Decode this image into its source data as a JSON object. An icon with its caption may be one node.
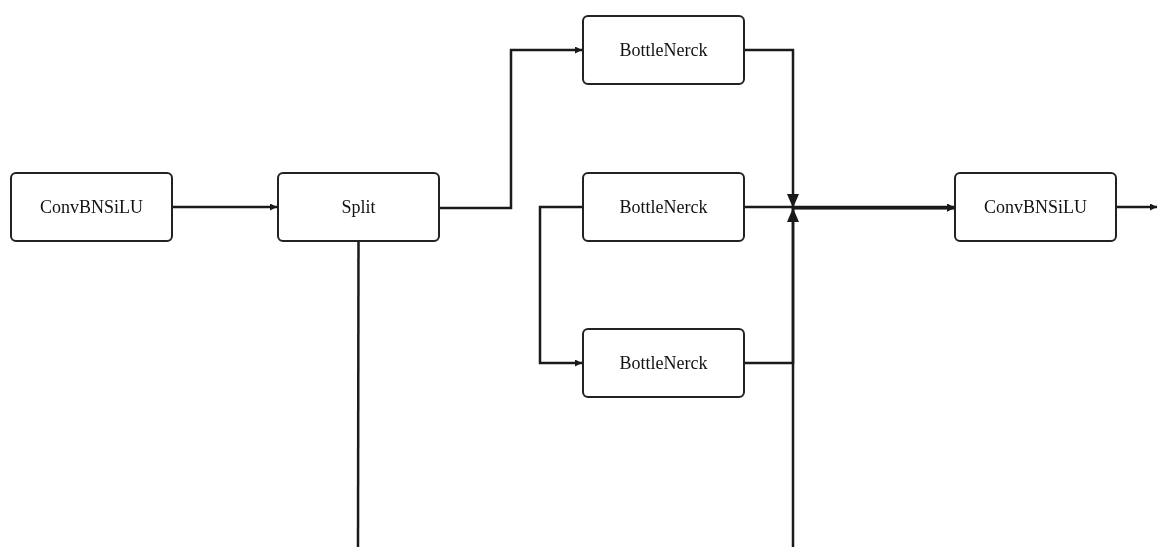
{
  "diagram": {
    "nodes": [
      {
        "text": [
          "ConvBNSiLU"
        ]
      },
      {
        "text": [
          "Split"
        ]
      },
      {
        "text": [
          "BottleNerck"
        ]
      },
      {
        "text": [
          "BottleNerck"
        ]
      },
      {
        "text": [
          "BottleNerck"
        ]
      },
      {
        "text": [
          "ConvBNSiLU"
        ]
      }
    ],
    "edges": [
      {
        "from": 0,
        "to": 1,
        "arrow": "to"
      },
      {
        "from": 1,
        "to": 2,
        "arrow": "to"
      },
      {
        "from": 1,
        "to": null,
        "arrow": "none"
      },
      {
        "from": 3,
        "to": 4,
        "arrow": "to"
      },
      {
        "from": 2,
        "to": 5,
        "arrow": "to"
      },
      {
        "from": 3,
        "to": 5,
        "arrow": "to"
      },
      {
        "from": 4,
        "to": 5,
        "arrow": "to"
      },
      {
        "from": null,
        "to": 5,
        "arrow": "to"
      },
      {
        "from": 5,
        "to": null,
        "arrow": "to"
      }
    ]
  }
}
